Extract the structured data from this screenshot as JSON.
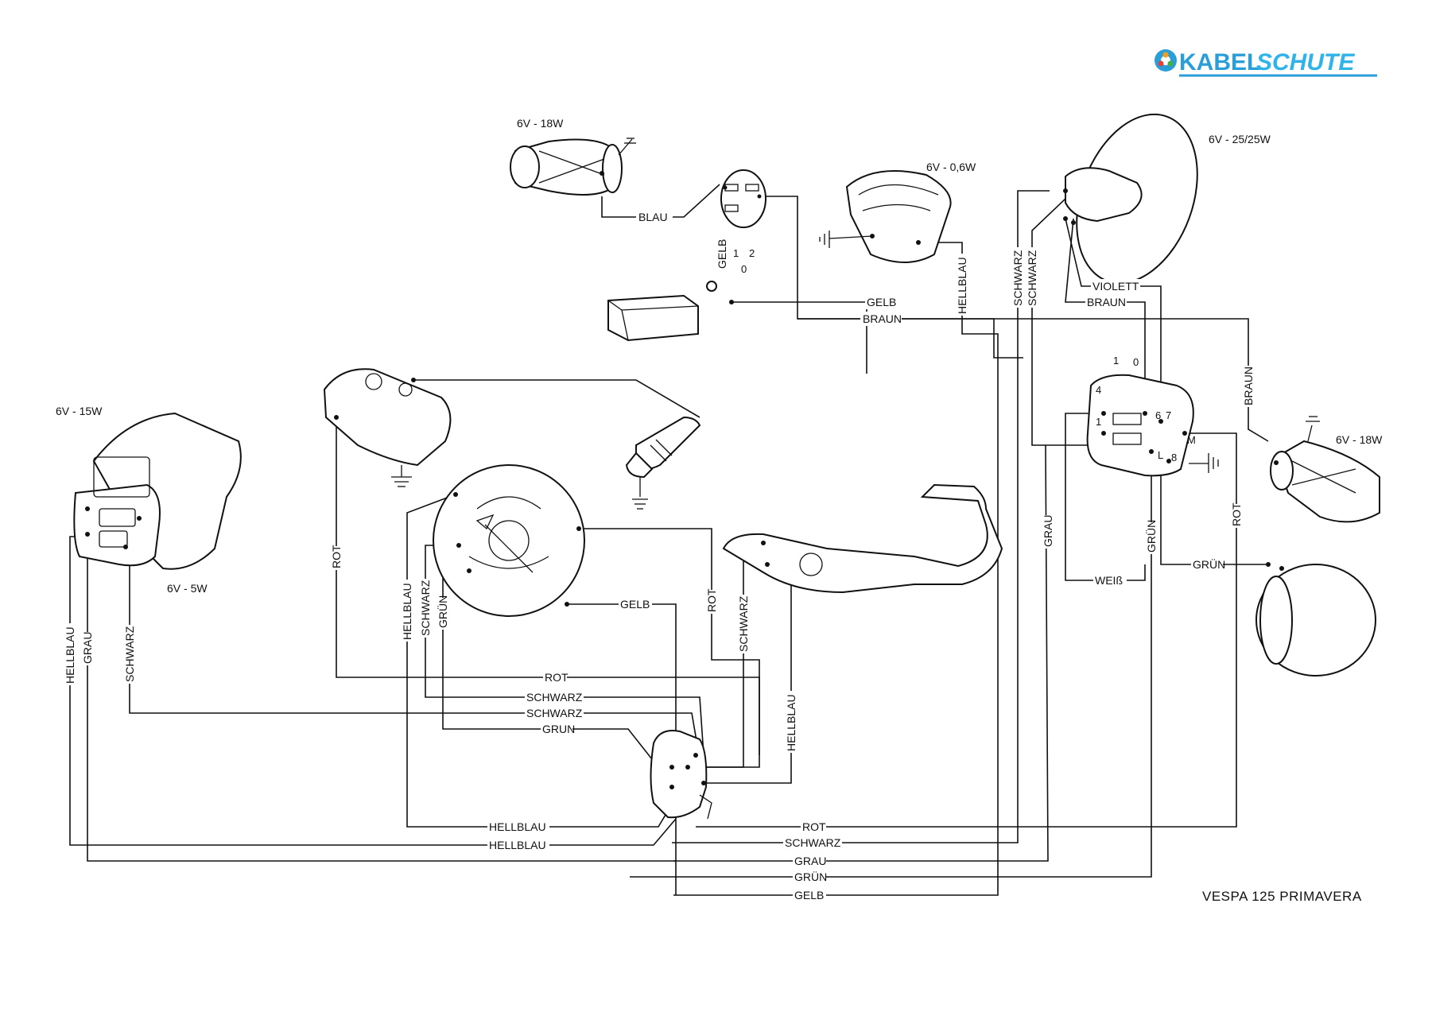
{
  "brand": {
    "part1": "KABEL",
    "part2": "SCHUTE"
  },
  "model": "VESPA 125 PRIMAVERA",
  "ratings": {
    "rear_light": "6V - 15W",
    "brake_light": "6V - 5W",
    "indicator_front_left": "6V - 18W",
    "speedometer": "6V - 0,6W",
    "headlight": "6V - 25/25W",
    "indicator_right": "6V - 18W"
  },
  "switch_positions": {
    "p1": "1",
    "p2": "2",
    "p0": "0"
  },
  "terminals": {
    "t1": "1",
    "t0": "0",
    "t4": "4",
    "t1b": "1",
    "t6": "6",
    "t7": "7",
    "tM": "M",
    "t8": "8",
    "tL": "L"
  },
  "wires": {
    "blau": "BLAU",
    "gelb_sw": "GELB",
    "gelb_top": "GELB",
    "braun_top": "BRAUN",
    "hellblau_speedo": "HELLBLAU",
    "schwarz_h1": "SCHWARZ",
    "schwarz_h2": "SCHWARZ",
    "violett": "VIOLETT",
    "braun_head": "BRAUN",
    "braun_right": "BRAUN",
    "rot_left": "ROT",
    "hellblau_left": "HELLBLAU",
    "schwarz_mag": "SCHWARZ",
    "gruen_mag": "GRÜN",
    "gelb_mag": "GELB",
    "rot_mag": "ROT",
    "schwarz_brake": "SCHWARZ",
    "hellblau_brake": "HELLBLAU",
    "hellblau_tail": "HELLBLAU",
    "grau_tail": "GRAU",
    "schwarz_tail": "SCHWARZ",
    "grau_right": "GRAU",
    "gruen_right": "GRÜN",
    "rot_right": "ROT",
    "gruen_horn": "GRÜN",
    "weiss_horn": "WEIß",
    "bus_rot": "ROT",
    "bus_schwarz1": "SCHWARZ",
    "bus_schwarz2": "SCHWARZ",
    "bus_gruen": "GRUN",
    "bus_hellblau1": "HELLBLAU",
    "bus_hellblau2": "HELLBLAU",
    "bus_rot2": "ROT",
    "bus_schwarz3": "SCHWARZ",
    "bus_grau": "GRAU",
    "bus_gruen2": "GRÜN",
    "bus_gelb": "GELB"
  }
}
